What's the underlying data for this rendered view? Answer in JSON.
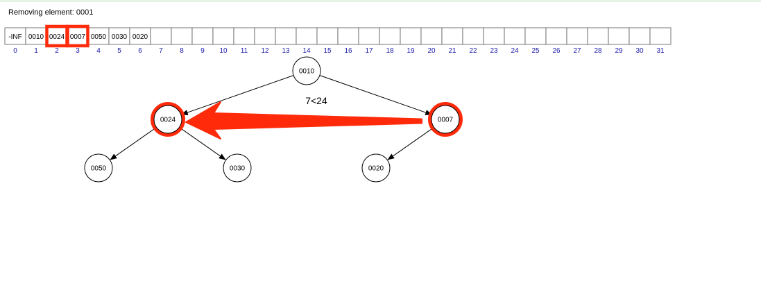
{
  "status": {
    "label": "Removing element:",
    "element": "0001"
  },
  "array": {
    "cells": [
      "-INF",
      "0010",
      "0024",
      "0007",
      "0050",
      "0030",
      "0020",
      "",
      "",
      "",
      "",
      "",
      "",
      "",
      "",
      "",
      "",
      "",
      "",
      "",
      "",
      "",
      "",
      "",
      "",
      "",
      "",
      "",
      "",
      "",
      "",
      ""
    ],
    "indices": [
      "0",
      "1",
      "2",
      "3",
      "4",
      "5",
      "6",
      "7",
      "8",
      "9",
      "10",
      "11",
      "12",
      "13",
      "14",
      "15",
      "16",
      "17",
      "18",
      "19",
      "20",
      "21",
      "22",
      "23",
      "24",
      "25",
      "26",
      "27",
      "28",
      "29",
      "30",
      "31"
    ],
    "highlighted_indices": [
      2,
      3
    ]
  },
  "tree": {
    "nodes": [
      {
        "id": "n1",
        "label": "0010",
        "highlight": false
      },
      {
        "id": "n2",
        "label": "0024",
        "highlight": true
      },
      {
        "id": "n3",
        "label": "0007",
        "highlight": true
      },
      {
        "id": "n4",
        "label": "0050",
        "highlight": false
      },
      {
        "id": "n5",
        "label": "0030",
        "highlight": false
      },
      {
        "id": "n6",
        "label": "0020",
        "highlight": false
      }
    ],
    "edges": [
      {
        "from": "n1",
        "to": "n2"
      },
      {
        "from": "n1",
        "to": "n3"
      },
      {
        "from": "n2",
        "to": "n4"
      },
      {
        "from": "n2",
        "to": "n5"
      },
      {
        "from": "n3",
        "to": "n6"
      }
    ],
    "comparison_label": "7<24",
    "swap_arrow": {
      "from": "n3",
      "to": "n2"
    }
  },
  "colors": {
    "highlight": "#ff2a0a",
    "index_text": "#1a1aa8",
    "line": "#000000",
    "cell_border": "#555555"
  }
}
